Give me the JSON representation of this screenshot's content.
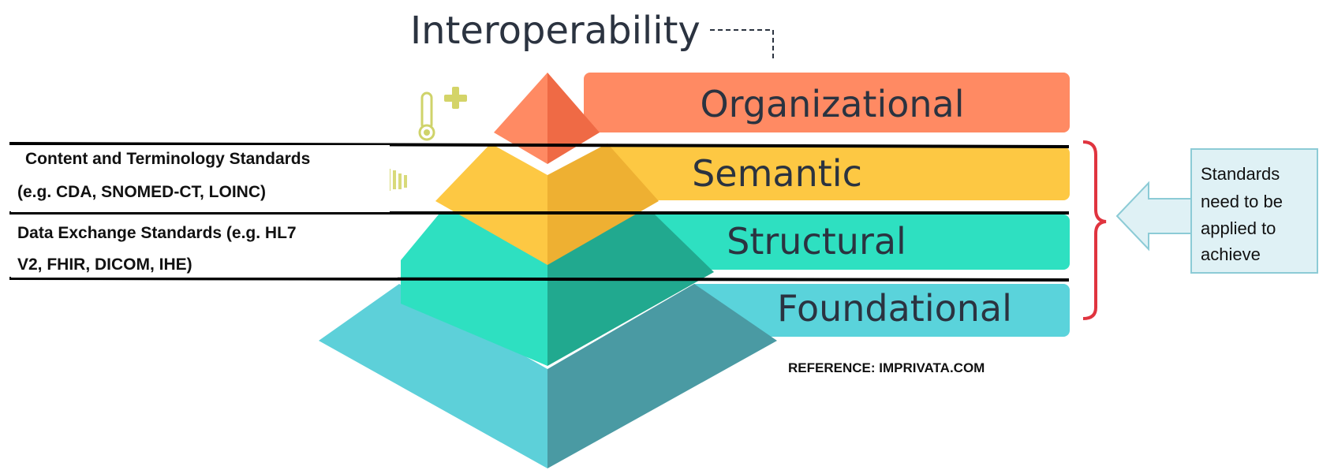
{
  "title": "Interoperability",
  "layers": [
    {
      "label": "Organizational",
      "color": "#ff8a63"
    },
    {
      "label": "Semantic",
      "color": "#fdc843"
    },
    {
      "label": "Structural",
      "color": "#2ee0c1"
    },
    {
      "label": "Foundational",
      "color": "#5ad3db"
    }
  ],
  "left_labels": {
    "content_line1": "Content and Terminology  Standards",
    "content_line2": "(e.g. CDA,  SNOMED-CT,  LOINC)",
    "exchange_line1": "Data Exchange Standards (e.g. HL7",
    "exchange_line2": "V2, FHIR,  DICOM,  IHE)"
  },
  "callout": {
    "lines": [
      "Standards",
      "need to be",
      "applied to",
      "achieve"
    ],
    "fill": "#dff1f5",
    "border": "#8ccbd6"
  },
  "bracket_color": "#e0343f",
  "reference": "REFERENCE:  IMPRIVATA.COM"
}
